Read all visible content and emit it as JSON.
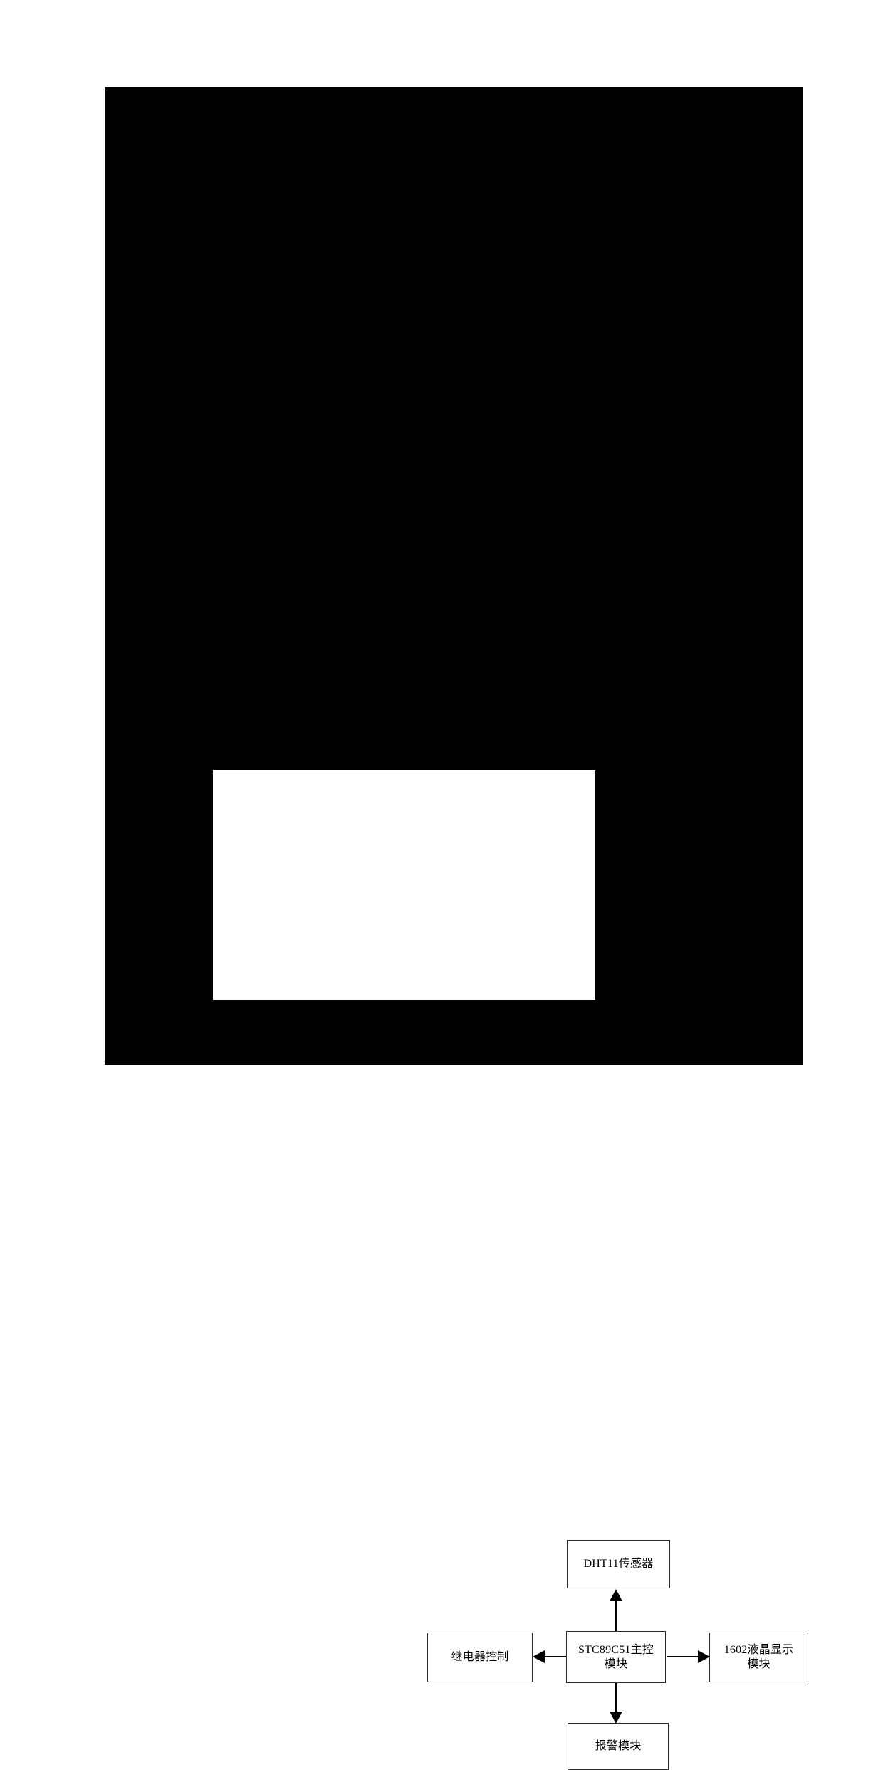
{
  "document": {
    "background_color": "#ffffff",
    "redacted_plate_color": "#000000"
  },
  "diagram": {
    "type": "block-diagram",
    "title": "",
    "panel_background": "#ffffff",
    "line_color": "#000000",
    "box_border_color": "#2b2b2b",
    "blocks": [
      {
        "id": "sensor",
        "label": "DHT11传感器",
        "position": "top-center"
      },
      {
        "id": "mcu",
        "label": "STC89C51主控\n模块",
        "position": "center"
      },
      {
        "id": "relay",
        "label": "继电器控制",
        "position": "left"
      },
      {
        "id": "lcd",
        "label": "1602液晶显示\n模块",
        "position": "right"
      },
      {
        "id": "alarm",
        "label": "报警模块",
        "position": "bottom-center"
      }
    ],
    "connections": [
      {
        "from": "mcu",
        "to": "sensor",
        "direction": "up",
        "arrow": "single"
      },
      {
        "from": "mcu",
        "to": "relay",
        "direction": "left",
        "arrow": "single"
      },
      {
        "from": "mcu",
        "to": "lcd",
        "direction": "right",
        "arrow": "single"
      },
      {
        "from": "mcu",
        "to": "alarm",
        "direction": "down",
        "arrow": "single"
      }
    ]
  }
}
